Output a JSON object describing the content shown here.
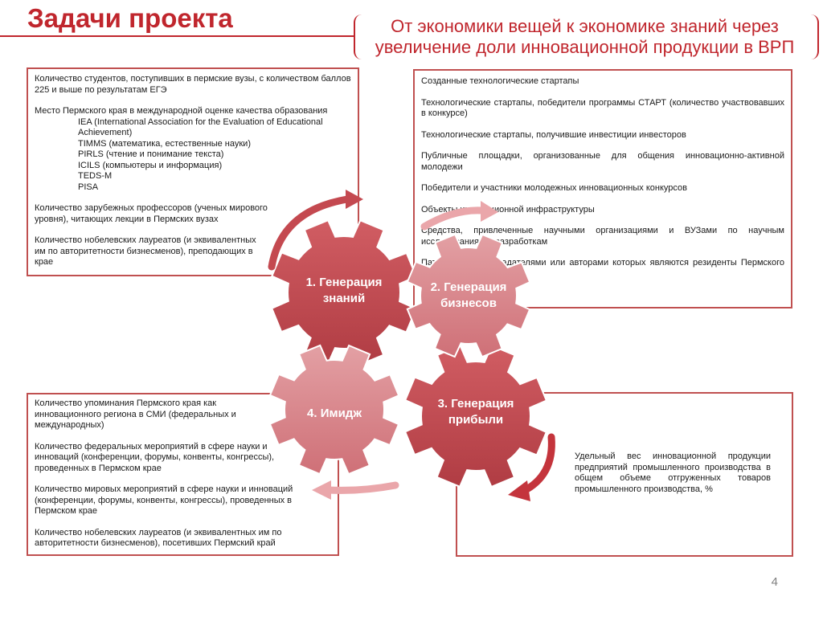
{
  "title": "Задачи проекта",
  "subtitle": "От экономики вещей к экономике знаний через увеличение доли инновационной продукции в ВРП",
  "top_left": {
    "p1": "Количество студентов, поступивших в пермские вузы, с количеством баллов 225 и выше по результатам ЕГЭ",
    "p2_head": "Место Пермского края в международной оценке качества образования",
    "p2_items": [
      "IEA (International Association for the Evaluation of Educational Achievement)",
      "TIMMS (математика, естественные науки)",
      "PIRLS (чтение и понимание текста)",
      "ICILS (компьютеры и информация)",
      "TEDS-M",
      "PISA"
    ],
    "p3": "Количество зарубежных профессоров (ученых мирового уровня), читающих  лекции в Пермских вузах",
    "p4": "Количество нобелевских лауреатов (и эквивалентных им по авторитетности бизнесменов), преподающих в крае"
  },
  "top_right": {
    "items": [
      "Созданные технологические стартапы",
      "Технологические стартапы, победители программы СТАРТ (количество участвовавших в конкурсе)",
      "Технологические стартапы, получившие инвестиции инвесторов",
      "Публичные площадки, организованные для общения инновационно-активной молодежи",
      "Победители и участники молодежных инновационных конкурсов",
      "Объекты инновационной инфраструктуры",
      "Средства, привлеченные научными организациями и ВУЗами по научным исследованиям и разработкам",
      "Патенты, правообладателями или авторами которых являются резиденты Пермского края"
    ]
  },
  "bottom_left": {
    "p1": "Количество упоминания Пермского края как инновационного региона в СМИ (федеральных и международных)",
    "p2": "Количество федеральных мероприятий в сфере науки и инноваций (конференции, форумы, конвенты, конгрессы), проведенных в Пермском крае",
    "p3": "Количество мировых мероприятий в сфере науки и инноваций (конференции, форумы, конвенты, конгрессы), проведенных в Пермском крае",
    "p4": "Количество нобелевских лауреатов (и эквивалентных им по авторитетности бизнесменов), посетивших Пермский край"
  },
  "bottom_right": {
    "p1": "Удельный вес инновационной продукции предприятий промышленного производства в общем объеме    отгруженных товаров промышленного производства, %"
  },
  "gears": {
    "g1": [
      "1. Генерация",
      "знаний"
    ],
    "g2": [
      "2. Генерация",
      "бизнесов"
    ],
    "g3": [
      "3. Генерация",
      "прибыли"
    ],
    "g4": [
      "4. Имидж"
    ]
  },
  "colors": {
    "accent": "#c0262d",
    "gear_dark": "#bf4a50",
    "gear_light": "#d8858a"
  },
  "page_number": "4"
}
